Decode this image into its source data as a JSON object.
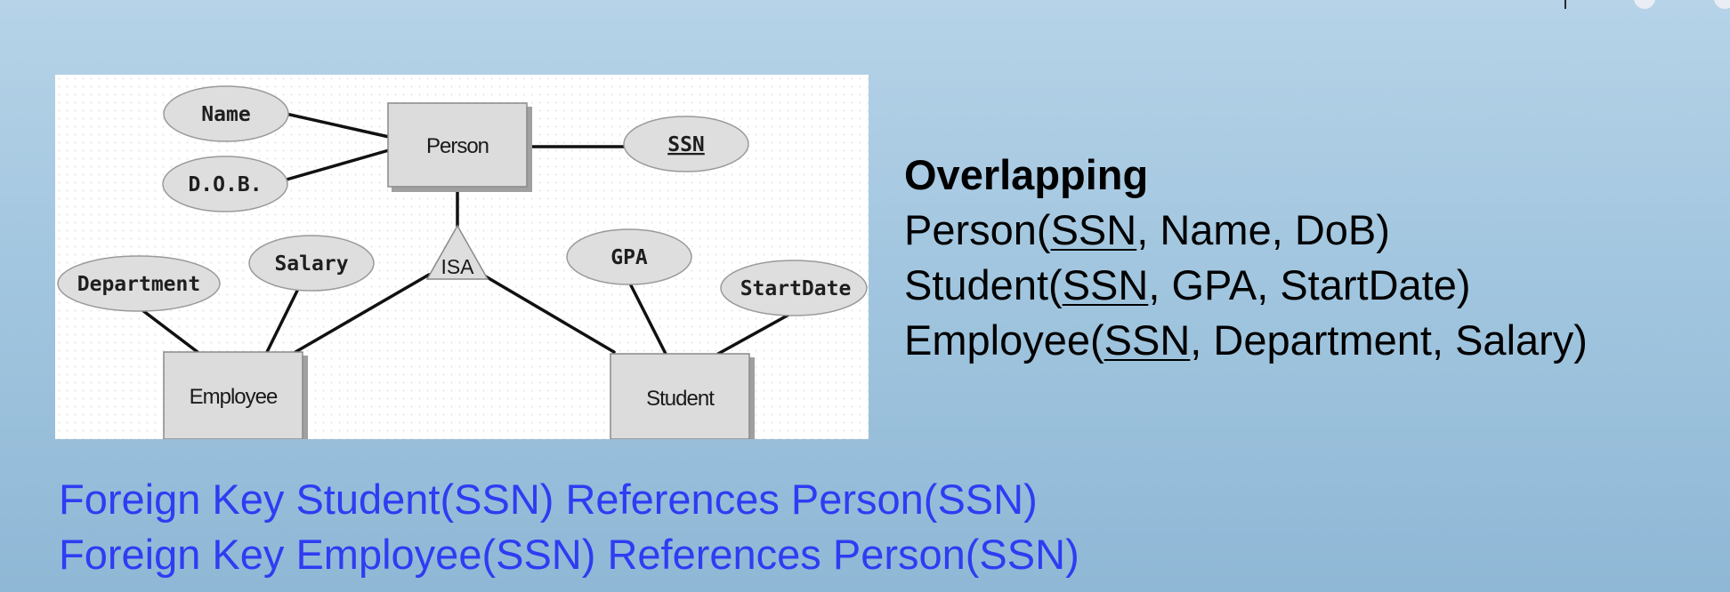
{
  "diagram": {
    "entities": {
      "person": "Person",
      "employee": "Employee",
      "student": "Student"
    },
    "attributes": {
      "name": "Name",
      "dob": "D.O.B.",
      "ssn": "SSN",
      "department": "Department",
      "salary": "Salary",
      "gpa": "GPA",
      "start_date": "StartDate"
    },
    "isa_label": "ISA"
  },
  "schema": {
    "heading": "Overlapping",
    "relations": [
      {
        "name": "Person(",
        "key": "SSN",
        "rest": ", Name, DoB)"
      },
      {
        "name": "Student(",
        "key": "SSN",
        "rest": ", GPA, StartDate)"
      },
      {
        "name": "Employee(",
        "key": "SSN",
        "rest": ", Department, Salary)"
      }
    ]
  },
  "foreign_keys": [
    "Foreign Key Student(SSN) References Person(SSN)",
    "Foreign Key Employee(SSN) References Person(SSN)"
  ],
  "colors": {
    "foreign_key_text": "#2f3cf2",
    "schema_text": "#000000"
  }
}
